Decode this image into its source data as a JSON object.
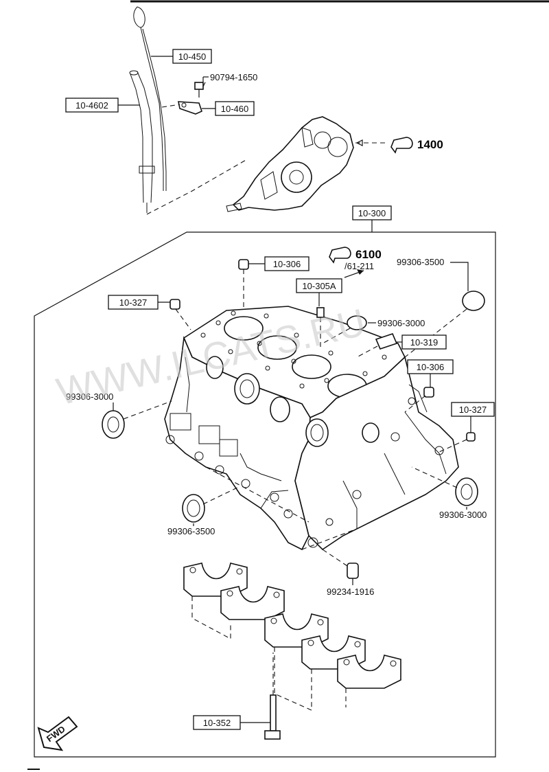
{
  "labels": {
    "l_10_450": "10-450",
    "l_90794_1650": "90794-1650",
    "l_10_4602": "10-4602",
    "l_10_460": "10-460",
    "l_10_300": "10-300",
    "l_61_211": "/61-211",
    "l_99306_3500_top": "99306-3500",
    "l_10_306_top": "10-306",
    "l_10_305A": "10-305A",
    "l_10_327_left": "10-327",
    "l_99306_3000_mid": "99306-3000",
    "l_10_319": "10-319",
    "l_10_306_right": "10-306",
    "l_99306_3000_left": "99306-3000",
    "l_10_327_right": "10-327",
    "l_99306_3000_right": "99306-3000",
    "l_99306_3500_bottom": "99306-3500",
    "l_99234_1916": "99234-1916",
    "l_10_352": "10-352",
    "fwd": "FWD"
  },
  "refs": {
    "r_1400": "1400",
    "r_6100": "6100"
  },
  "watermark": "WWW.ILCATS.RU",
  "colors": {
    "ink": "#111111",
    "watermark": "#c8c8c8"
  }
}
